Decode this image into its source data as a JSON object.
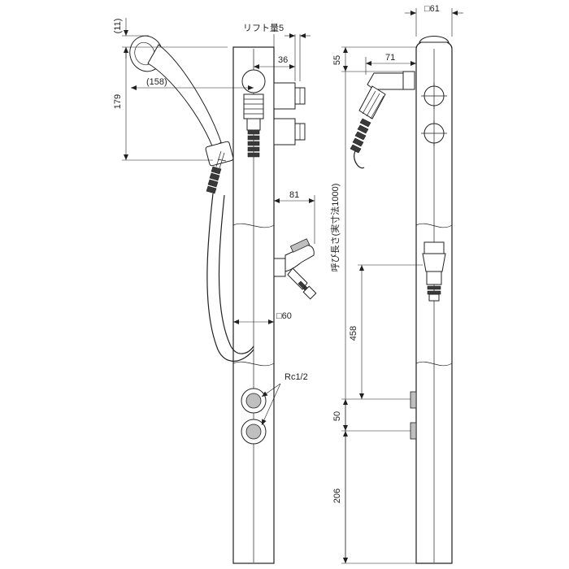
{
  "dimensions": {
    "top_offset": "(11)",
    "shower_reach": "(158)",
    "head_height": "179",
    "lift_amount": "リフト量5",
    "handle_depth": "36",
    "spout_reach": "81",
    "column_size_front": "□60",
    "column_size_side": "□61",
    "top_to_handle": "55",
    "hose_reach": "71",
    "nominal_length": "呼び長さ(実寸法1000)",
    "spout_height": "458",
    "inlet_pitch": "50",
    "inlet_height": "206",
    "thread_spec": "Rc1/2"
  }
}
